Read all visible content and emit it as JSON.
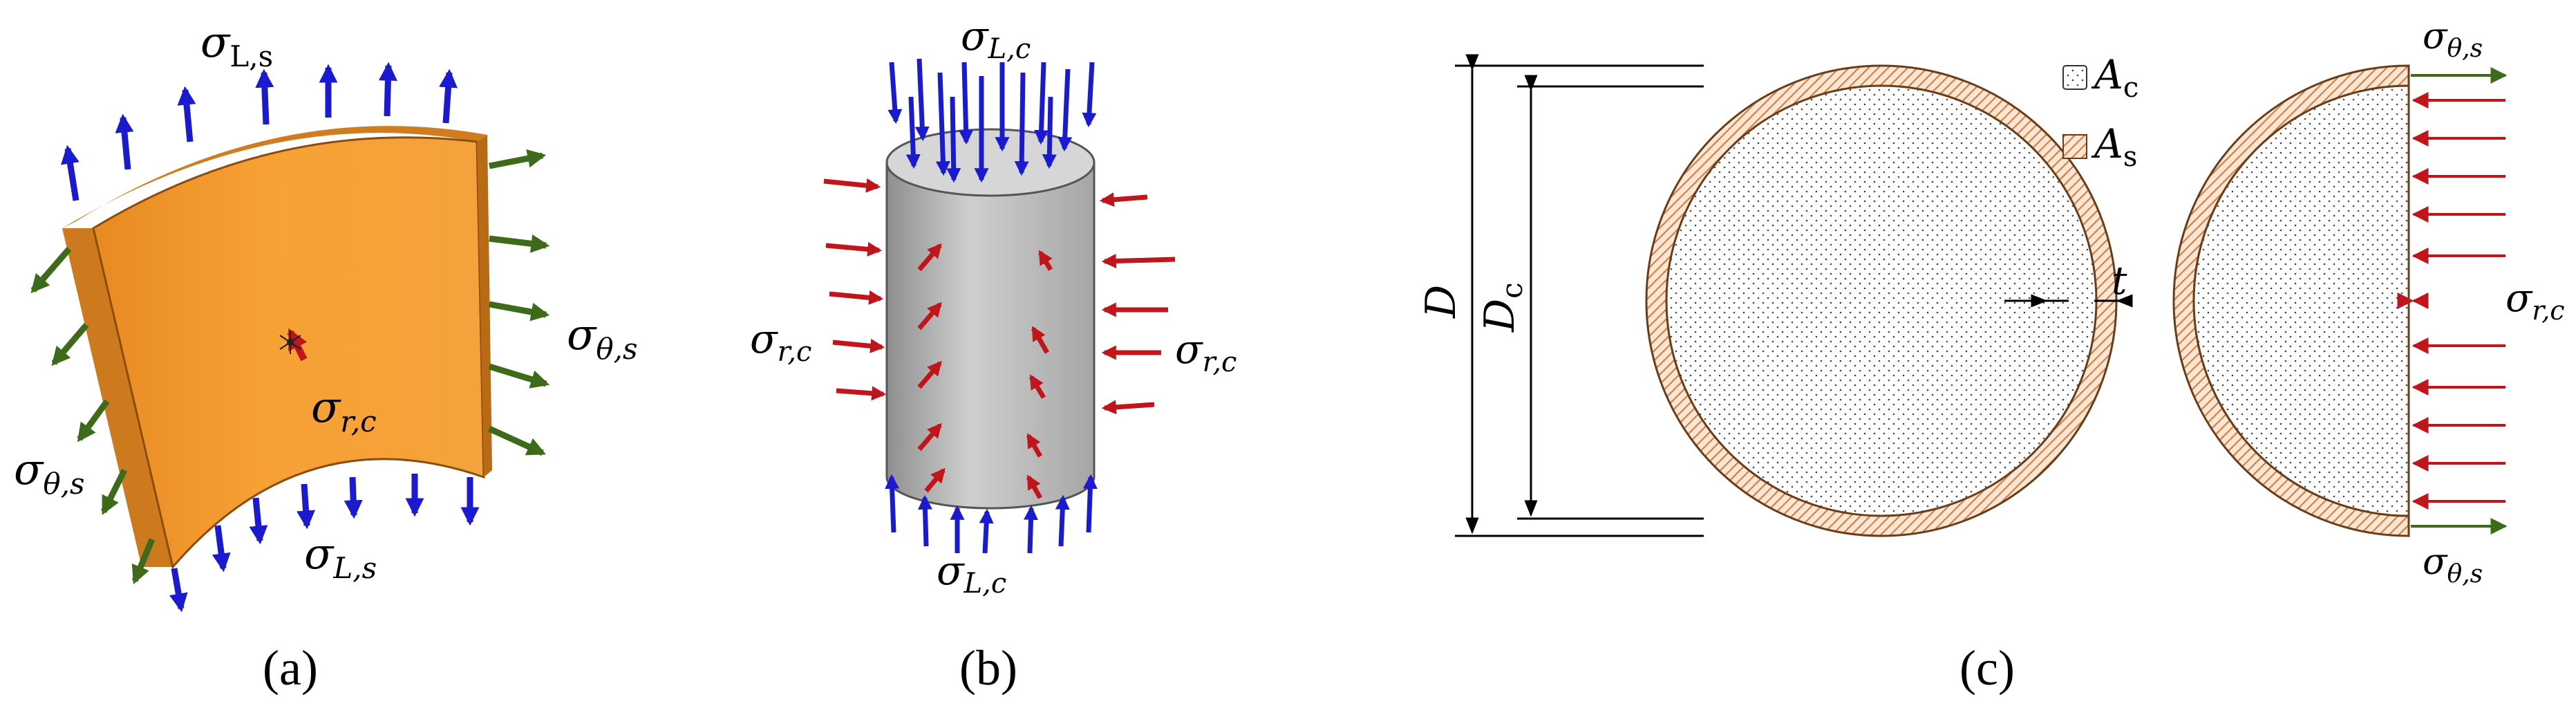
{
  "panels": {
    "a": {
      "caption": "(a)",
      "labels": {
        "sigma_L_s_top": {
          "sym": "σ",
          "sub": "L,s"
        },
        "sigma_theta_s_right": {
          "sym": "σ",
          "sub": "θ,s"
        },
        "sigma_r_c": {
          "sym": "σ",
          "sub": "r,c"
        },
        "sigma_theta_s_left": {
          "sym": "σ",
          "sub": "θ,s"
        },
        "sigma_L_s_bottom": {
          "sym": "σ",
          "sub": "L,s"
        }
      }
    },
    "b": {
      "caption": "(b)",
      "labels": {
        "sigma_L_c_top": {
          "sym": "σ",
          "sub": "L,c"
        },
        "sigma_r_c_left": {
          "sym": "σ",
          "sub": "r,c"
        },
        "sigma_r_c_right": {
          "sym": "σ",
          "sub": "r,c"
        },
        "sigma_L_c_bottom": {
          "sym": "σ",
          "sub": "L,c"
        }
      }
    },
    "c": {
      "caption": "(c)",
      "dimensions": {
        "D": "D",
        "Dc": {
          "sym": "D",
          "sub": "c"
        },
        "t": "t"
      },
      "legend": [
        {
          "sym": "A",
          "sub": "c",
          "pattern": "dots"
        },
        {
          "sym": "A",
          "sub": "s",
          "pattern": "hatch"
        }
      ],
      "labels": {
        "sigma_theta_s_top": {
          "sym": "σ",
          "sub": "θ,s"
        },
        "sigma_r_c": {
          "sym": "σ",
          "sub": "r,c"
        },
        "sigma_theta_s_bottom": {
          "sym": "σ",
          "sub": "θ,s"
        }
      }
    }
  },
  "colors": {
    "steel_orange": "#f59b2c",
    "steel_orange_dark": "#c9751a",
    "concrete_gray": "#b9b9b9",
    "axial_blue": "#1a1ad0",
    "hoop_green": "#3e6b1a",
    "radial_red": "#c0151a",
    "hatch": "#d7783a"
  }
}
